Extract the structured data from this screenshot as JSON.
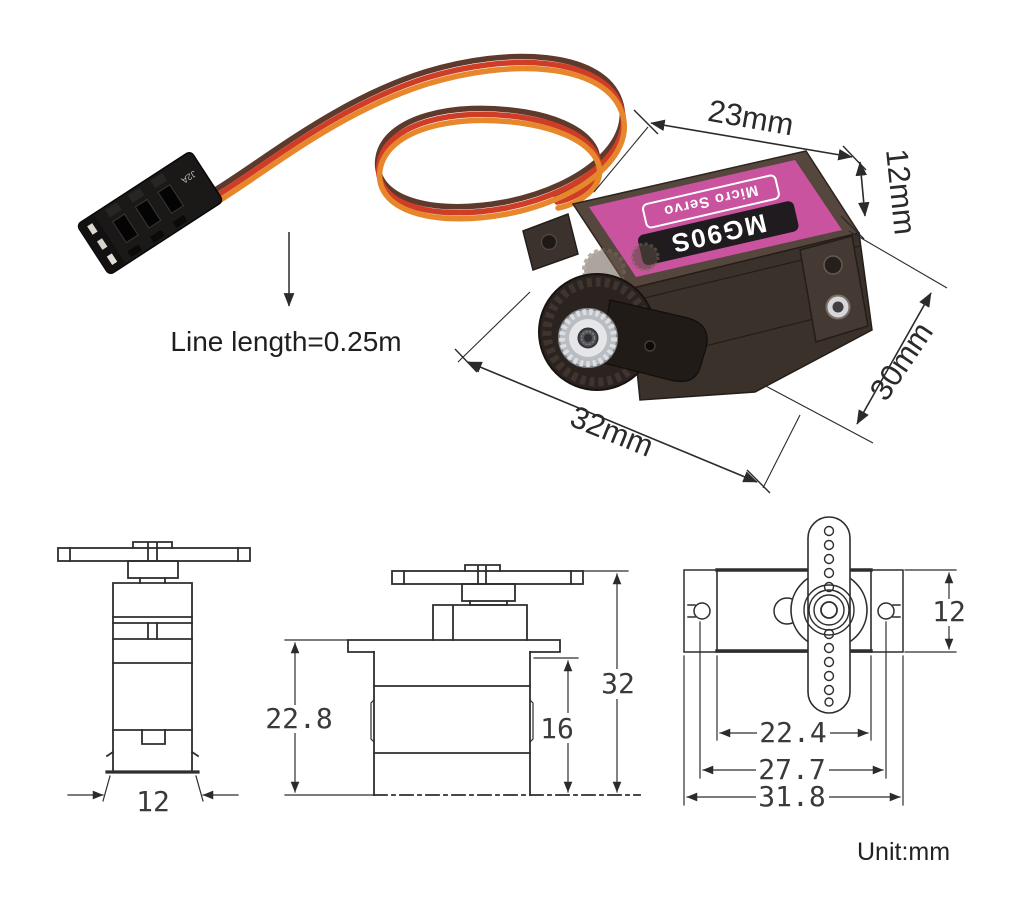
{
  "photo": {
    "servo_label": {
      "line1": "MG90S",
      "line2": "Micro Servo"
    },
    "connector_marking": "J2A",
    "dim_width": "23mm",
    "dim_height": "12mm",
    "dim_depth": "30mm",
    "dim_length": "32mm",
    "cable_note": "Line length=0.25m"
  },
  "drawings": {
    "side_view": {
      "dim_width": "12"
    },
    "front_view": {
      "dim_height": "22.8",
      "dim_case_height": "16",
      "dim_total_height": "32"
    },
    "top_view": {
      "dim_width": "12",
      "dim_body_length": "22.4",
      "dim_hole_span": "27.7",
      "dim_flange_length": "31.8"
    }
  },
  "footer": {
    "unit_label": "Unit:mm"
  },
  "colors": {
    "label_pink": "#c9539f",
    "wire_brown": "#5e3a2c",
    "wire_red": "#cf3d26",
    "wire_orange": "#e6872b",
    "case_dark": "#3a312b",
    "dimension_line": "#2b2b2b"
  }
}
